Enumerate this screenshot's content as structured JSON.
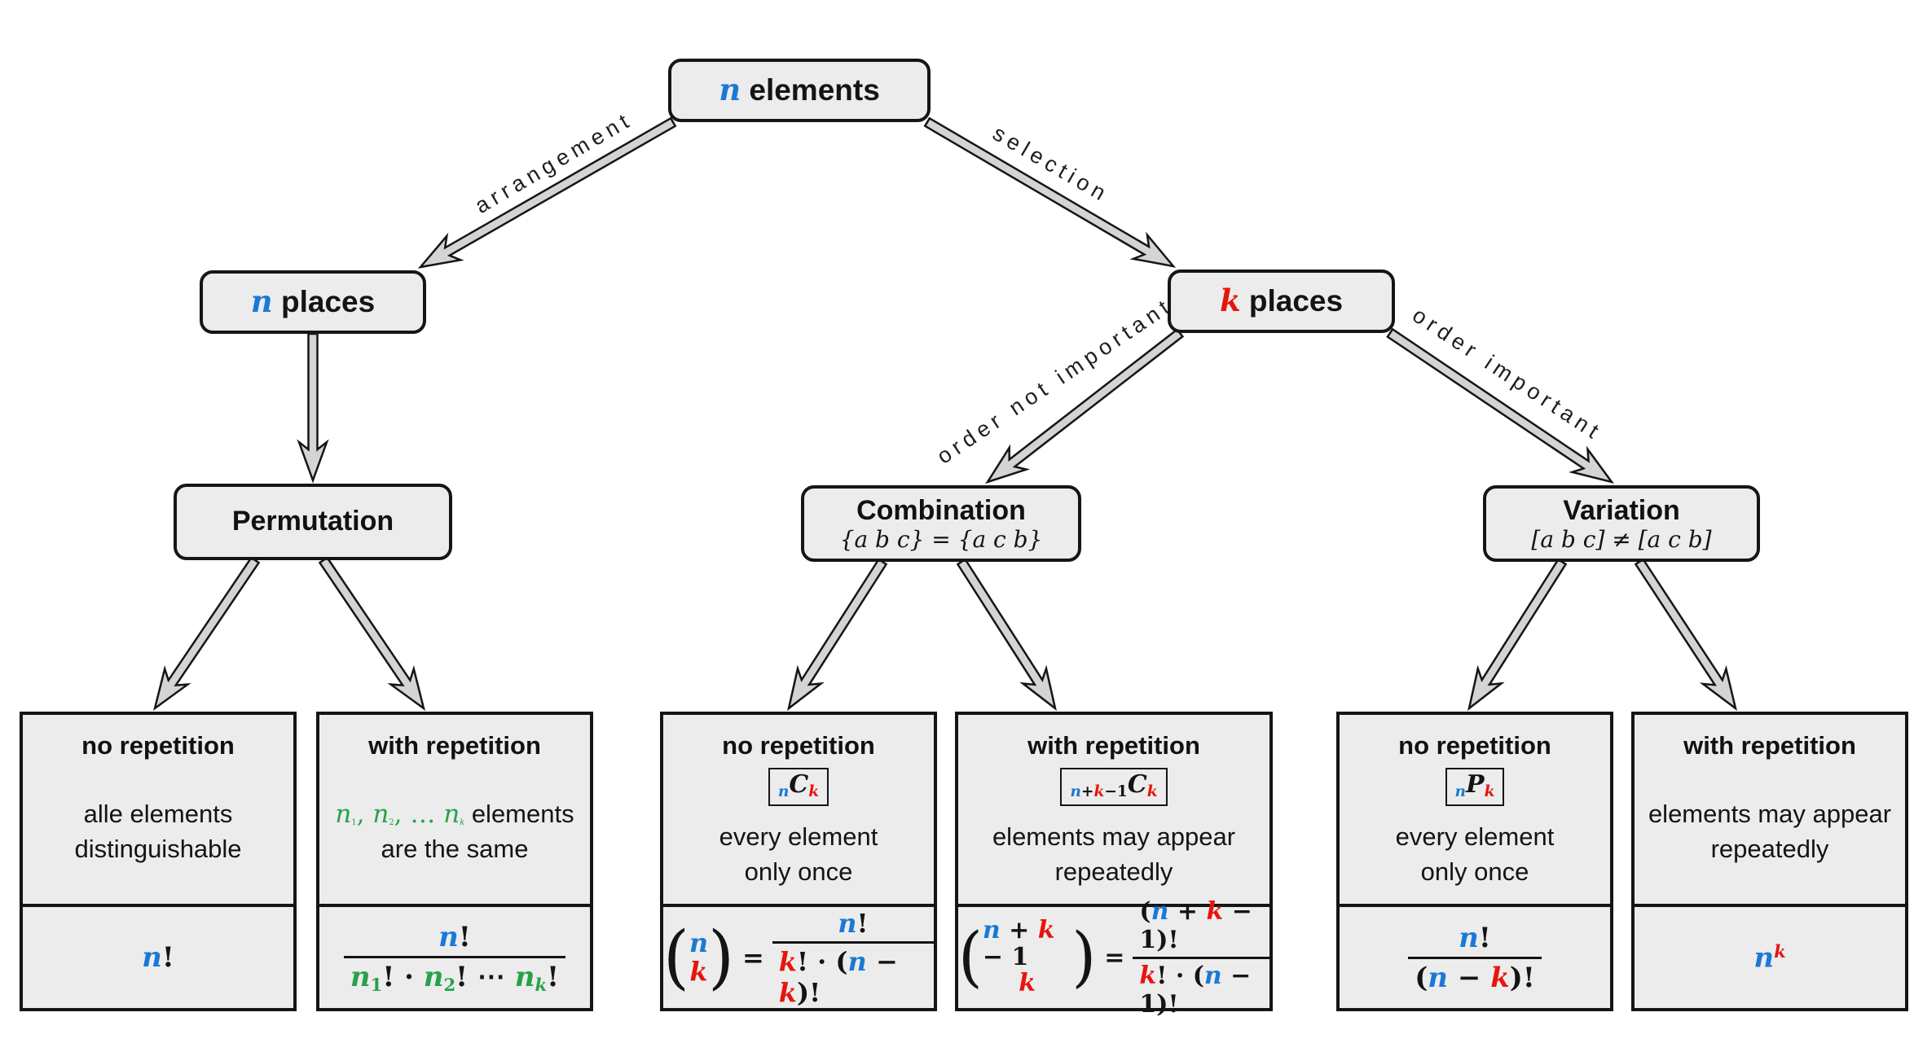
{
  "colors": {
    "blue": "#1b79d4",
    "red": "#e8140e",
    "green": "#27a24b",
    "box_fill": "#ececec",
    "outline": "#151515",
    "arrow_fill": "#d4d4d4",
    "background": "#ffffff"
  },
  "math": {
    "open_paren": "(",
    "close_paren": ")",
    "equals": "="
  },
  "nodes": {
    "root": {
      "title": [
        {
          "t": "n",
          "c": "b",
          "i": true
        },
        {
          "t": " elements",
          "sans": true
        }
      ]
    },
    "n_places": {
      "title": [
        {
          "t": "n",
          "c": "b",
          "i": true
        },
        {
          "t": " places",
          "sans": true
        }
      ]
    },
    "k_places": {
      "title": [
        {
          "t": "k",
          "c": "r",
          "i": true
        },
        {
          "t": " places",
          "sans": true
        }
      ]
    },
    "permutation": {
      "name": "Permutation",
      "subline": ""
    },
    "combination": {
      "name": "Combination",
      "subline": "{a b c} = {a c b}"
    },
    "variation": {
      "name": "Variation",
      "subline": "[a b c] ≠ [a c b]"
    }
  },
  "edge_labels": {
    "arrangement": "arrangement",
    "selection": "selection",
    "order_not_important": "order not important",
    "order_important": "order important"
  },
  "leaves": [
    {
      "heading": "no repetition",
      "desc1": [
        {
          "t": "alle elements",
          "sans": true
        }
      ],
      "desc2": [
        {
          "t": "distinguishable",
          "sans": true
        }
      ],
      "formula_plain": [
        {
          "t": "n",
          "c": "b",
          "i": true
        },
        {
          "t": "!"
        }
      ]
    },
    {
      "heading": "with repetition",
      "desc1": [
        {
          "t": "n",
          "c": "g",
          "i": true
        },
        {
          "t": "1",
          "c": "g",
          "s": "sub"
        },
        {
          "t": ", ",
          "c": "g"
        },
        {
          "t": "n",
          "c": "g",
          "i": true
        },
        {
          "t": "2",
          "c": "g",
          "s": "sub"
        },
        {
          "t": ", … ",
          "c": "g"
        },
        {
          "t": "n",
          "c": "g",
          "i": true
        },
        {
          "t": "k",
          "c": "g",
          "i": true,
          "s": "sub"
        },
        {
          "t": " elements",
          "sans": true
        }
      ],
      "desc2": [
        {
          "t": "are the same",
          "sans": true
        }
      ],
      "formula_frac": {
        "num": [
          {
            "t": "n",
            "c": "b",
            "i": true
          },
          {
            "t": "!"
          }
        ],
        "den": [
          {
            "t": "n",
            "c": "g",
            "i": true
          },
          {
            "t": "1",
            "c": "g",
            "s": "sub"
          },
          {
            "t": "! · "
          },
          {
            "t": "n",
            "c": "g",
            "i": true
          },
          {
            "t": "2",
            "c": "g",
            "s": "sub"
          },
          {
            "t": "! ⋯ "
          },
          {
            "t": "n",
            "c": "g",
            "i": true
          },
          {
            "t": "k",
            "c": "g",
            "i": true,
            "s": "sub"
          },
          {
            "t": "!"
          }
        ]
      }
    },
    {
      "heading": "no repetition",
      "chip": [
        {
          "t": "n",
          "c": "b",
          "i": true,
          "s": "sub"
        },
        {
          "t": "C",
          "i": true
        },
        {
          "t": "k",
          "c": "r",
          "i": true,
          "s": "sub"
        }
      ],
      "desc1": [
        {
          "t": "every element",
          "sans": true
        }
      ],
      "desc2": [
        {
          "t": "only once",
          "sans": true
        }
      ],
      "formula_binom": {
        "top": [
          {
            "t": "n",
            "c": "b",
            "i": true
          }
        ],
        "bottom": [
          {
            "t": "k",
            "c": "r",
            "i": true
          }
        ],
        "num": [
          {
            "t": "n",
            "c": "b",
            "i": true
          },
          {
            "t": "!"
          }
        ],
        "den": [
          {
            "t": "k",
            "c": "r",
            "i": true
          },
          {
            "t": "! · ("
          },
          {
            "t": "n",
            "c": "b",
            "i": true
          },
          {
            "t": " − "
          },
          {
            "t": "k",
            "c": "r",
            "i": true
          },
          {
            "t": ")!"
          }
        ]
      }
    },
    {
      "heading": "with repetition",
      "chip": [
        {
          "t": "n",
          "c": "b",
          "i": true,
          "s": "sub"
        },
        {
          "t": "+",
          "s": "sub"
        },
        {
          "t": "k",
          "c": "r",
          "i": true,
          "s": "sub"
        },
        {
          "t": "−1",
          "s": "sub"
        },
        {
          "t": "C",
          "i": true
        },
        {
          "t": "k",
          "c": "r",
          "i": true,
          "s": "sub"
        }
      ],
      "desc1": [
        {
          "t": "elements may appear",
          "sans": true
        }
      ],
      "desc2": [
        {
          "t": "repeatedly",
          "sans": true
        }
      ],
      "formula_binom": {
        "top": [
          {
            "t": "n",
            "c": "b",
            "i": true
          },
          {
            "t": " + "
          },
          {
            "t": "k",
            "c": "r",
            "i": true
          },
          {
            "t": " − 1"
          }
        ],
        "bottom": [
          {
            "t": "k",
            "c": "r",
            "i": true
          }
        ],
        "num": [
          {
            "t": "("
          },
          {
            "t": "n",
            "c": "b",
            "i": true
          },
          {
            "t": " + "
          },
          {
            "t": "k",
            "c": "r",
            "i": true
          },
          {
            "t": " − 1)!"
          }
        ],
        "den": [
          {
            "t": "k",
            "c": "r",
            "i": true
          },
          {
            "t": "! · ("
          },
          {
            "t": "n",
            "c": "b",
            "i": true
          },
          {
            "t": " − 1)!"
          }
        ]
      }
    },
    {
      "heading": "no repetition",
      "chip": [
        {
          "t": "n",
          "c": "b",
          "i": true,
          "s": "sub"
        },
        {
          "t": "P",
          "i": true
        },
        {
          "t": "k",
          "c": "r",
          "i": true,
          "s": "sub"
        }
      ],
      "desc1": [
        {
          "t": "every element",
          "sans": true
        }
      ],
      "desc2": [
        {
          "t": "only once",
          "sans": true
        }
      ],
      "formula_frac": {
        "num": [
          {
            "t": "n",
            "c": "b",
            "i": true
          },
          {
            "t": "!"
          }
        ],
        "den": [
          {
            "t": "("
          },
          {
            "t": "n",
            "c": "b",
            "i": true
          },
          {
            "t": " − "
          },
          {
            "t": "k",
            "c": "r",
            "i": true
          },
          {
            "t": ")!"
          }
        ]
      }
    },
    {
      "heading": "with repetition",
      "desc1": [
        {
          "t": "elements may appear",
          "sans": true
        }
      ],
      "desc2": [
        {
          "t": "repeatedly",
          "sans": true
        }
      ],
      "formula_plain": [
        {
          "t": "n",
          "c": "b",
          "i": true
        },
        {
          "t": "k",
          "c": "r",
          "i": true,
          "s": "sup"
        }
      ]
    }
  ]
}
